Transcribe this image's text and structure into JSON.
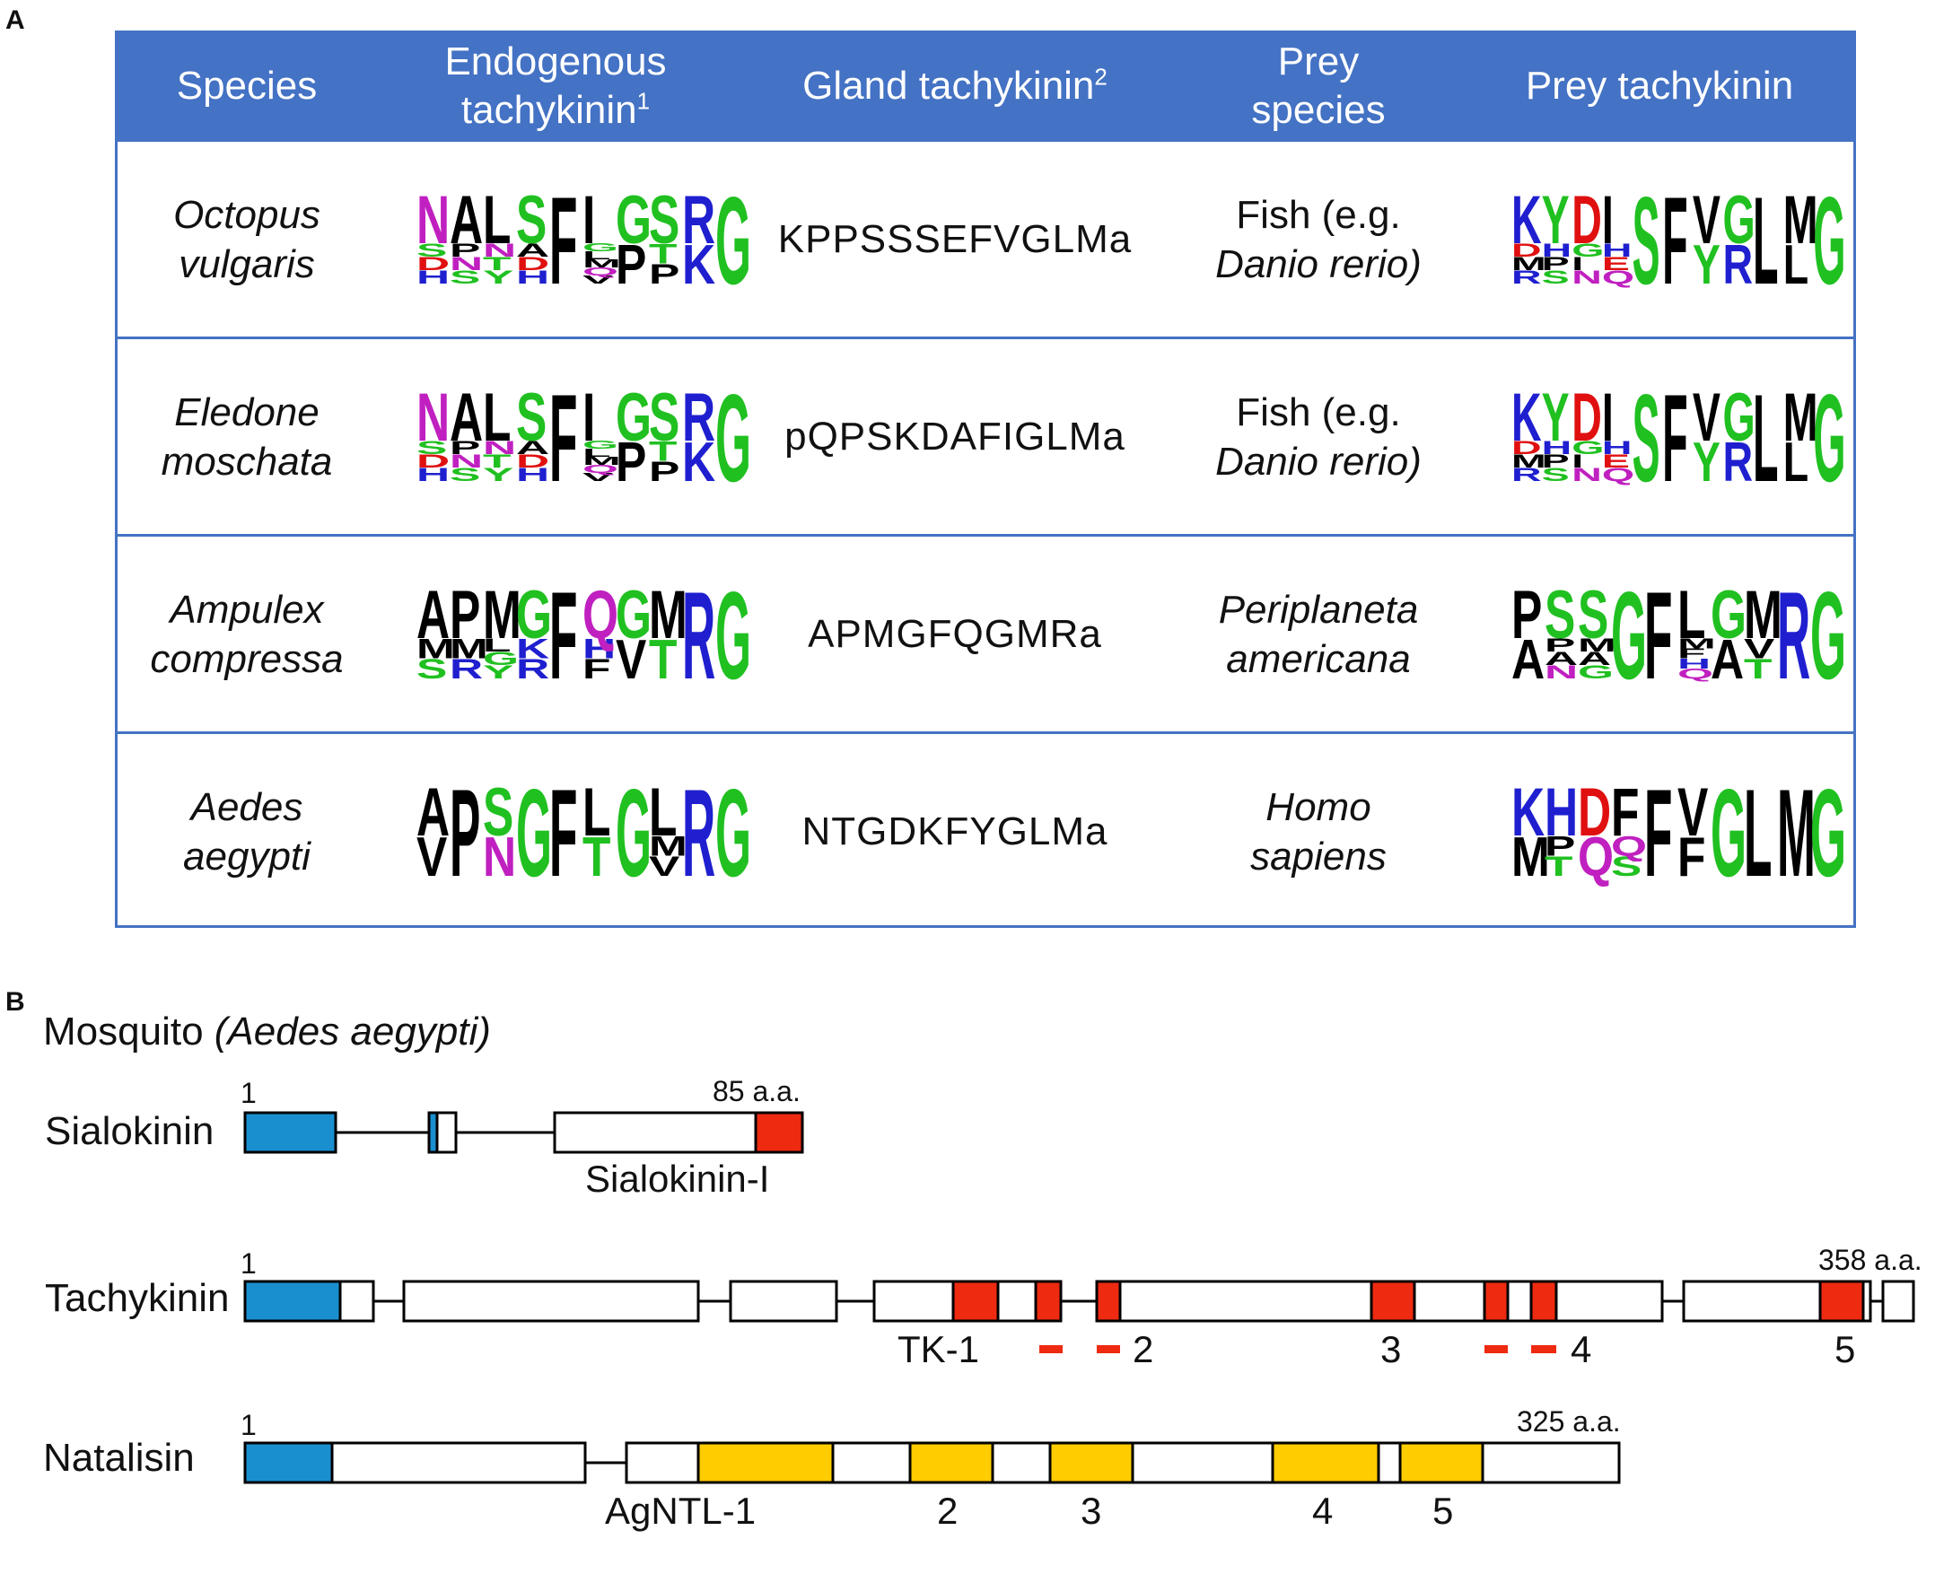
{
  "panel_a": {
    "letter": "A",
    "headers": {
      "species": "Species",
      "endogenous_line1": "Endogenous",
      "endogenous_line2": "tachykinin",
      "endogenous_sup": "1",
      "gland": "Gland tachykinin",
      "gland_sup": "2",
      "prey_species_line1": "Prey",
      "prey_species_line2": "species",
      "prey_tk": "Prey tachykinin"
    },
    "rows": [
      {
        "species_line1": "Octopus",
        "species_line2": "vulgaris",
        "gland": "KPPSSSEFVGLMa",
        "prey_line1": "Fish (e.g.",
        "prey_line2": "Danio rerio)",
        "prey_line2_italic": true
      },
      {
        "species_line1": "Eledone",
        "species_line2": "moschata",
        "gland": "pQPSKDAFIGLMa",
        "prey_line1": "Fish (e.g.",
        "prey_line2": "Danio rerio)",
        "prey_line2_italic": true
      },
      {
        "species_line1": "Ampulex",
        "species_line2": "compressa",
        "gland": "APMGFQGMRa",
        "prey_line1": "Periplaneta",
        "prey_line2": "americana",
        "prey_line2_italic": true
      },
      {
        "species_line1": "Aedes",
        "species_line2": "aegypti",
        "gland": "NTGDKFYGLMa",
        "prey_line1": "Homo",
        "prey_line2": "sapiens",
        "prey_line2_italic": true
      }
    ],
    "logos": {
      "endo_octopus": [
        [
          "N",
          "S",
          "D",
          "H"
        ],
        [
          "A",
          "P",
          "N",
          "S"
        ],
        [
          "L",
          "N",
          "T",
          "Y"
        ],
        [
          "S",
          "A",
          "D",
          "H"
        ],
        [
          "F"
        ],
        [
          "I",
          "G",
          "L",
          "M",
          "Q",
          "V"
        ],
        [
          "G",
          "P"
        ],
        [
          "S",
          "T",
          "P"
        ],
        [
          "R",
          "K"
        ],
        [
          "G"
        ]
      ],
      "endo_eledone": [
        [
          "N",
          "S",
          "D",
          "H"
        ],
        [
          "A",
          "P",
          "N",
          "S"
        ],
        [
          "L",
          "N",
          "T",
          "Y"
        ],
        [
          "S",
          "A",
          "D",
          "H"
        ],
        [
          "F"
        ],
        [
          "I",
          "G",
          "L",
          "M",
          "Q",
          "V"
        ],
        [
          "G",
          "P"
        ],
        [
          "S",
          "T",
          "P"
        ],
        [
          "R",
          "K"
        ],
        [
          "G"
        ]
      ],
      "endo_ampulex": [
        [
          "A",
          "M",
          "S"
        ],
        [
          "P",
          "M",
          "R"
        ],
        [
          "M",
          "L",
          "G",
          "Y"
        ],
        [
          "G",
          "K",
          "R"
        ],
        [
          "F"
        ],
        [
          "Q",
          "H",
          "F"
        ],
        [
          "G",
          "V"
        ],
        [
          "M",
          "T"
        ],
        [
          "R"
        ],
        [
          "G"
        ]
      ],
      "endo_aedes": [
        [
          "A",
          "V"
        ],
        [
          "P"
        ],
        [
          "S",
          "N"
        ],
        [
          "G"
        ],
        [
          "F"
        ],
        [
          "L",
          "T"
        ],
        [
          "G"
        ],
        [
          "L",
          "M",
          "V"
        ],
        [
          "R"
        ],
        [
          "G"
        ]
      ],
      "prey_octopus": [
        [
          "K",
          "D",
          "M",
          "R"
        ],
        [
          "Y",
          "H",
          "P",
          "S"
        ],
        [
          "D",
          "G",
          "I",
          "N"
        ],
        [
          "I",
          "H",
          "E",
          "Q"
        ],
        [
          "S"
        ],
        [
          "F"
        ],
        [
          "V",
          "Y"
        ],
        [
          "G",
          "R"
        ],
        [
          "L"
        ],
        [
          "M",
          "L"
        ],
        [
          "G"
        ]
      ],
      "prey_eledone": [
        [
          "K",
          "D",
          "M",
          "R"
        ],
        [
          "Y",
          "H",
          "P",
          "S"
        ],
        [
          "D",
          "G",
          "I",
          "N"
        ],
        [
          "I",
          "H",
          "E",
          "Q"
        ],
        [
          "S"
        ],
        [
          "F"
        ],
        [
          "V",
          "Y"
        ],
        [
          "G",
          "R"
        ],
        [
          "L"
        ],
        [
          "M",
          "L"
        ],
        [
          "G"
        ]
      ],
      "prey_ampulex": [
        [
          "P",
          "A"
        ],
        [
          "S",
          "P",
          "A",
          "N"
        ],
        [
          "S",
          "M",
          "A",
          "G"
        ],
        [
          "G"
        ],
        [
          "F"
        ],
        [
          "L",
          "M",
          "F",
          "H",
          "Q"
        ],
        [
          "G",
          "A"
        ],
        [
          "M",
          "V",
          "T"
        ],
        [
          "R"
        ],
        [
          "G"
        ]
      ],
      "prey_aedes": [
        [
          "K",
          "M"
        ],
        [
          "H",
          "P",
          "T"
        ],
        [
          "D",
          "Q"
        ],
        [
          "F",
          "Q",
          "S"
        ],
        [
          "F"
        ],
        [
          "V",
          "F"
        ],
        [
          "G"
        ],
        [
          "L"
        ],
        [
          "M"
        ],
        [
          "G"
        ]
      ]
    },
    "colors": {
      "header_bg": "#4472c4",
      "basic": "#1f1fd0",
      "acidic": "#e01010",
      "polar": "#20c020",
      "amide": "#c020c0",
      "hydrophobic": "#000000"
    }
  },
  "panel_b": {
    "letter": "B",
    "title_prefix": "Mosquito ",
    "title_italic": "(Aedes aegypti)",
    "genes": {
      "sialokinin": {
        "name": "Sialokinin",
        "start": "1",
        "end": "85 a.a.",
        "peptide_labels": [
          "Sialokinin-I"
        ]
      },
      "tachykinin": {
        "name": "Tachykinin",
        "start": "1",
        "end": "358 a.a.",
        "peptide_labels": [
          "TK-1",
          "2",
          "3",
          "4",
          "5"
        ]
      },
      "natalisin": {
        "name": "Natalisin",
        "start": "1",
        "end": "325 a.a.",
        "peptide_labels": [
          "AgNTL-1",
          "2",
          "3",
          "4",
          "5"
        ]
      }
    },
    "colors": {
      "signal": "#1a8fd0",
      "tk_peptide": "#ee2a11",
      "ntl_peptide": "#ffcc00",
      "outline": "#000000"
    }
  }
}
